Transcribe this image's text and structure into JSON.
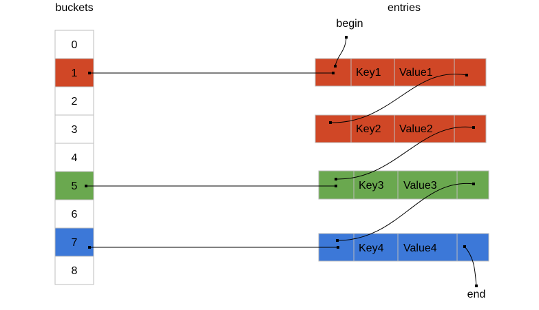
{
  "labels": {
    "buckets": "buckets",
    "entries": "entries",
    "begin": "begin",
    "end": "end"
  },
  "colors": {
    "red": "#d04726",
    "green": "#6aa84f",
    "blue": "#3c78d8",
    "white": "#ffffff",
    "border": "#bdbdbd",
    "line": "#000000"
  },
  "buckets": [
    {
      "label": "0",
      "color": "white"
    },
    {
      "label": "1",
      "color": "red"
    },
    {
      "label": "2",
      "color": "white"
    },
    {
      "label": "3",
      "color": "white"
    },
    {
      "label": "4",
      "color": "white"
    },
    {
      "label": "5",
      "color": "green"
    },
    {
      "label": "6",
      "color": "white"
    },
    {
      "label": "7",
      "color": "blue"
    },
    {
      "label": "8",
      "color": "white"
    }
  ],
  "entries": [
    {
      "key": "Key1",
      "value": "Value1",
      "color": "red"
    },
    {
      "key": "Key2",
      "value": "Value2",
      "color": "red"
    },
    {
      "key": "Key3",
      "value": "Value3",
      "color": "green"
    },
    {
      "key": "Key4",
      "value": "Value4",
      "color": "blue"
    }
  ],
  "bucket_pointers": [
    {
      "bucket": "1",
      "entry": "Key1"
    },
    {
      "bucket": "5",
      "entry": "Key3"
    },
    {
      "bucket": "7",
      "entry": "Key4"
    }
  ],
  "next_links": [
    {
      "from": "Key1",
      "to": "Key2"
    },
    {
      "from": "Key2",
      "to": "Key3"
    },
    {
      "from": "Key3",
      "to": "Key4"
    }
  ]
}
